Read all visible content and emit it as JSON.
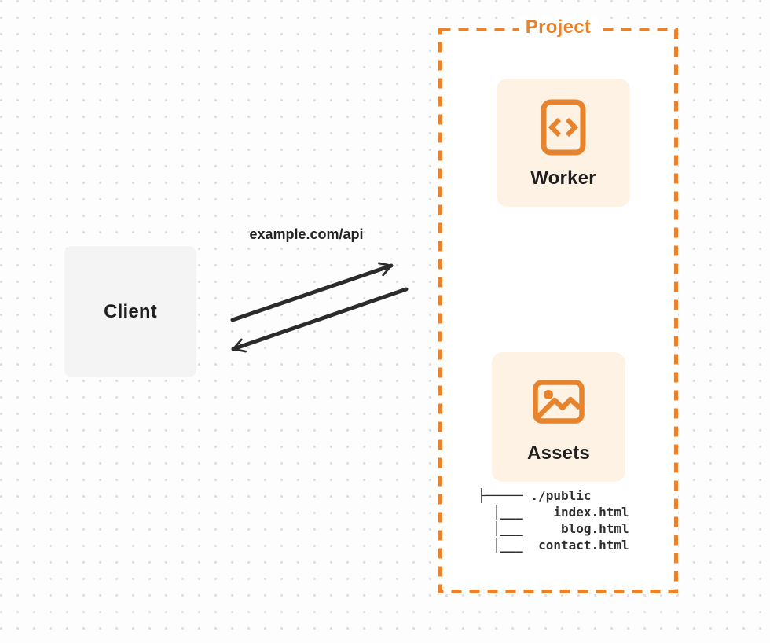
{
  "client": {
    "label": "Client"
  },
  "request": {
    "url_label": "example.com/api"
  },
  "project": {
    "label": "Project",
    "worker": {
      "label": "Worker",
      "icon": "code-file-icon"
    },
    "assets": {
      "label": "Assets",
      "icon": "image-icon"
    },
    "file_tree": {
      "lines": [
        "├───── ./public",
        "  │___    index.html",
        "  │___     blog.html",
        "  │___  contact.html"
      ]
    }
  },
  "arrows": {
    "request_direction": "client-to-project",
    "response_direction": "project-to-client"
  },
  "colors": {
    "accent_orange": "#E8832D",
    "node_bg_cream": "#FDF2E3",
    "client_bg_gray": "#F4F4F5",
    "arrow_dark": "#2B2B2B",
    "text_dark": "#1F1F1F",
    "dot_grid": "#DEDEDE"
  }
}
